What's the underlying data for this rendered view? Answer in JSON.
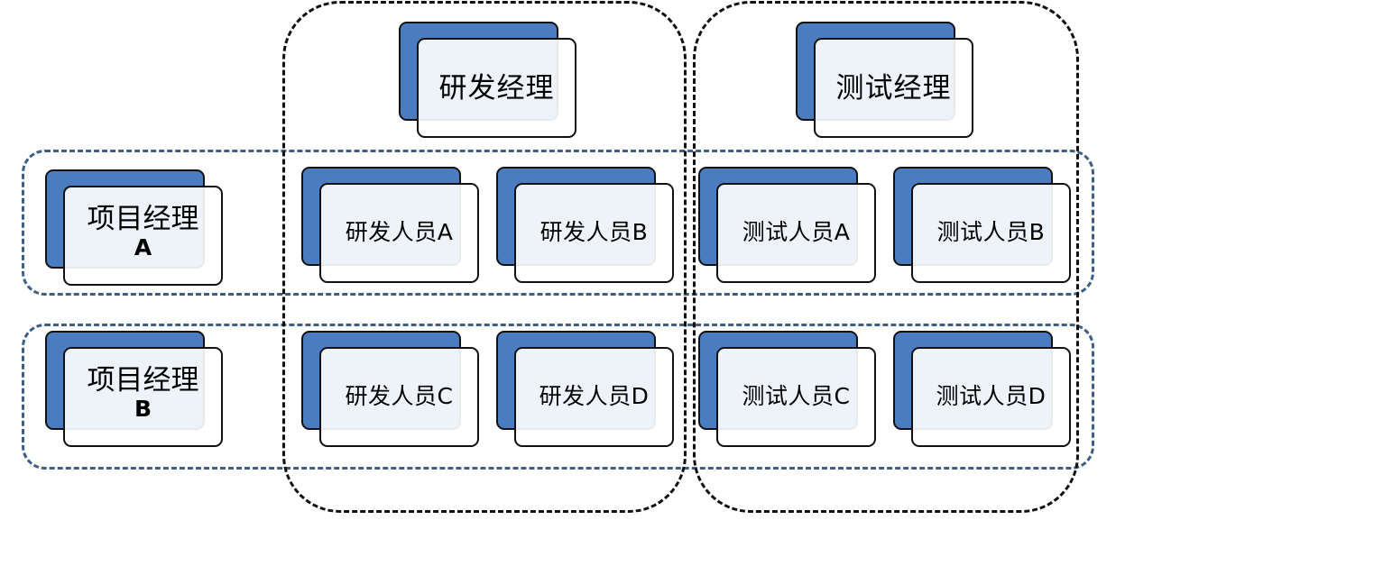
{
  "managers": {
    "dev": "研发经理",
    "test": "测试经理"
  },
  "project_managers": [
    {
      "label": "项目经理",
      "letter": "A"
    },
    {
      "label": "项目经理",
      "letter": "B"
    }
  ],
  "members": {
    "row_a": [
      "研发人员A",
      "研发人员B",
      "测试人员A",
      "测试人员B"
    ],
    "row_b": [
      "研发人员C",
      "研发人员D",
      "测试人员C",
      "测试人员D"
    ]
  },
  "colors": {
    "card_back": "#4a7cbf",
    "card_front": "#eef2f8",
    "project_border": "#3f5e83",
    "dept_border": "#111111"
  }
}
